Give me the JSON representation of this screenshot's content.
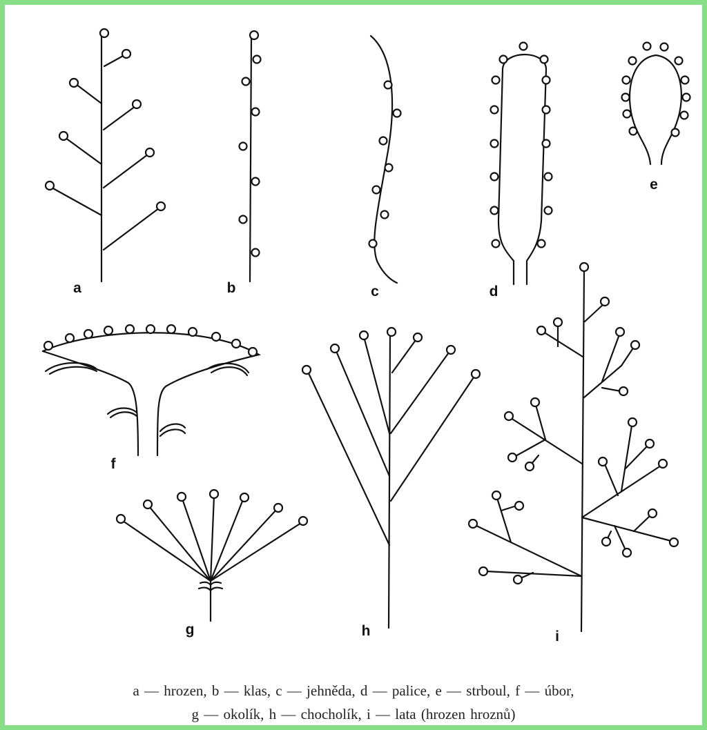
{
  "diagram": {
    "panels": [
      {
        "id": "a",
        "label": "a"
      },
      {
        "id": "b",
        "label": "b"
      },
      {
        "id": "c",
        "label": "c"
      },
      {
        "id": "d",
        "label": "d"
      },
      {
        "id": "e",
        "label": "e"
      },
      {
        "id": "f",
        "label": "f"
      },
      {
        "id": "g",
        "label": "g"
      },
      {
        "id": "h",
        "label": "h"
      },
      {
        "id": "i",
        "label": "i"
      }
    ],
    "caption": {
      "line1": "a — hrozen, b — klas, c — jehněda, d — palice, e — strboul, f — úbor,",
      "line2": "g — okolík, h — chocholík, i — lata (hrozen hroznů)"
    },
    "colors": {
      "ink": "#111111",
      "border": "#86de86",
      "paper": "#ffffff"
    }
  }
}
